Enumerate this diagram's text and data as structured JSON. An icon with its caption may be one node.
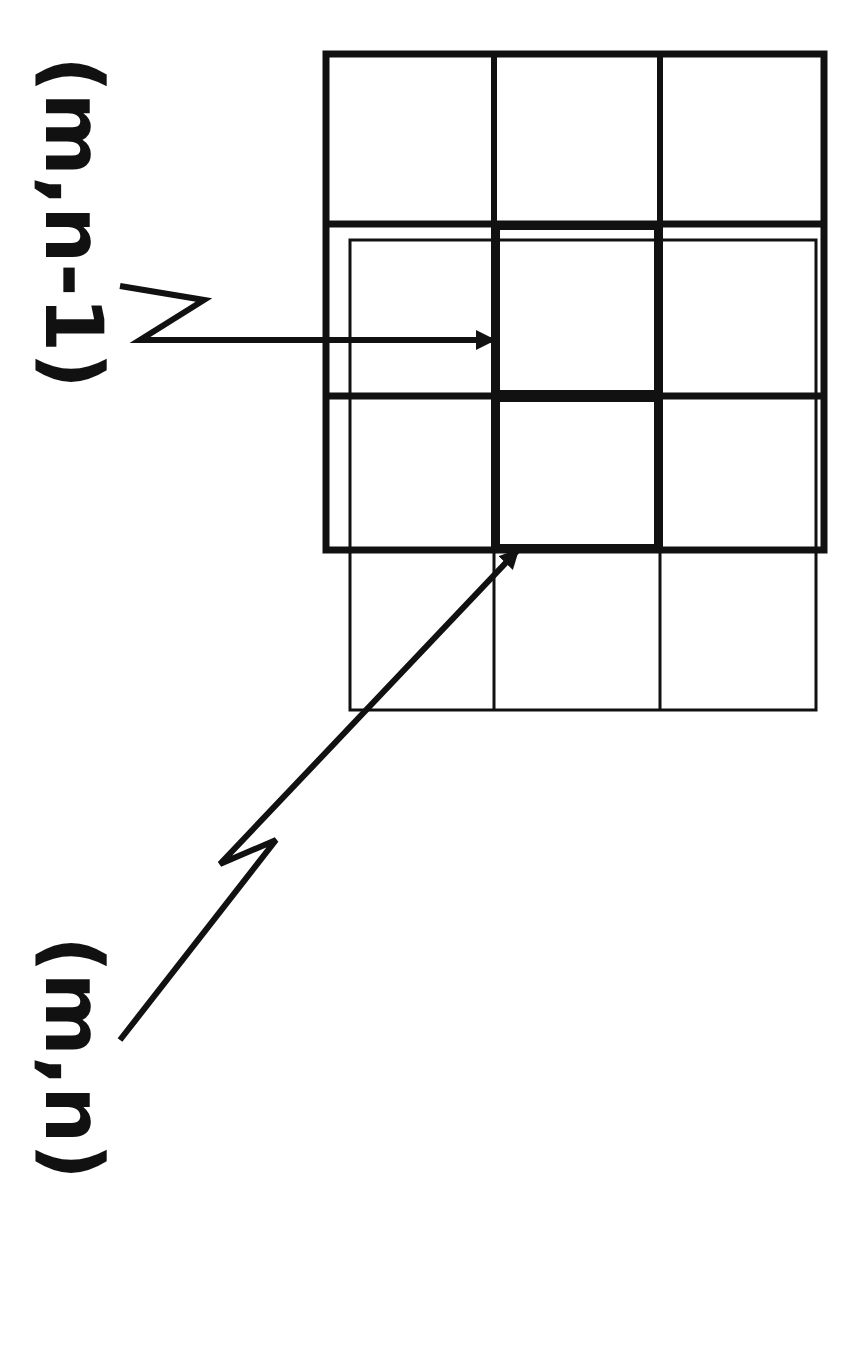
{
  "diagram": {
    "nodes": [
      {
        "text": [
          "(m,n-1)"
        ]
      },
      {
        "text": [
          "(m,n)"
        ]
      },
      {
        "text": [],
        "shape": "box"
      },
      {
        "text": [],
        "shape": "box"
      }
    ],
    "edges": [
      {
        "from": 0,
        "to": 2,
        "arrow": "to"
      },
      {
        "from": 1,
        "to": 3,
        "arrow": "to"
      }
    ]
  }
}
